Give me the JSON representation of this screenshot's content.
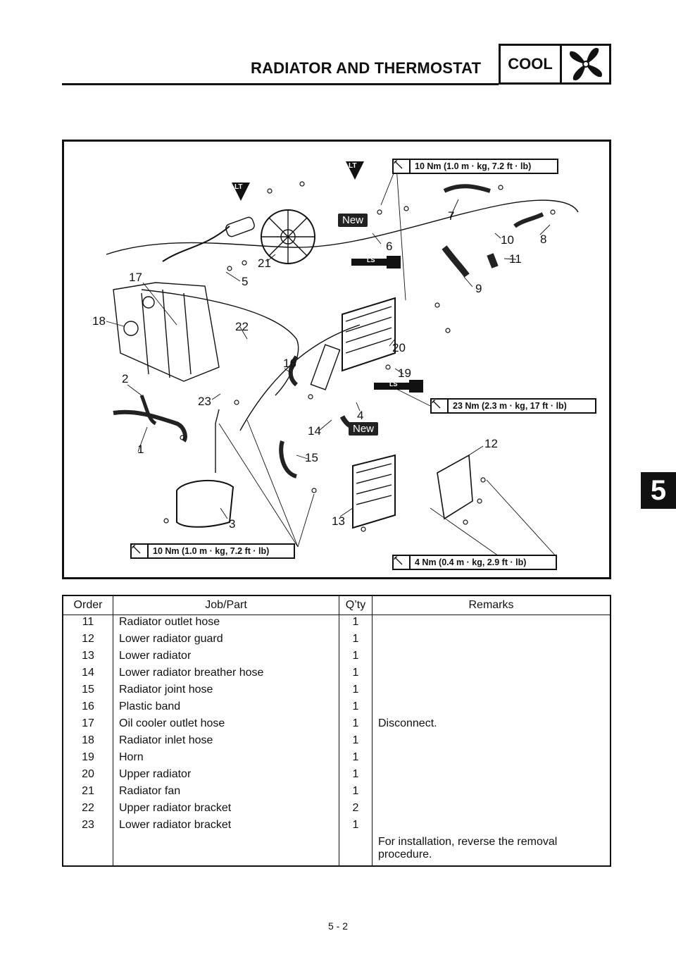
{
  "header": {
    "title": "RADIATOR AND THERMOSTAT",
    "section_label": "COOL",
    "section_icon": "fan-icon"
  },
  "diagram": {
    "torque_labels": [
      "10 Nm (1.0 m · kg, 7.2 ft · lb)",
      "23 Nm (2.3 m · kg, 17 ft · lb)",
      "10 Nm (1.0 m · kg, 7.2 ft · lb)",
      "4 Nm (0.4 m · kg, 2.9 ft · lb)"
    ],
    "new_badge": "New",
    "lt_badge": "LT",
    "ls_badge": "LS",
    "callouts": [
      "1",
      "2",
      "3",
      "4",
      "5",
      "6",
      "7",
      "8",
      "9",
      "10",
      "11",
      "12",
      "13",
      "14",
      "15",
      "16",
      "17",
      "18",
      "19",
      "20",
      "21",
      "22",
      "23"
    ]
  },
  "table": {
    "headers": [
      "Order",
      "Job/Part",
      "Q’ty",
      "Remarks"
    ],
    "rows": [
      {
        "order": "11",
        "part": "Radiator outlet hose",
        "qty": "1",
        "remarks": ""
      },
      {
        "order": "12",
        "part": "Lower radiator guard",
        "qty": "1",
        "remarks": ""
      },
      {
        "order": "13",
        "part": "Lower radiator",
        "qty": "1",
        "remarks": ""
      },
      {
        "order": "14",
        "part": "Lower radiator breather hose",
        "qty": "1",
        "remarks": ""
      },
      {
        "order": "15",
        "part": "Radiator joint hose",
        "qty": "1",
        "remarks": ""
      },
      {
        "order": "16",
        "part": "Plastic band",
        "qty": "1",
        "remarks": ""
      },
      {
        "order": "17",
        "part": "Oil cooler outlet hose",
        "qty": "1",
        "remarks": "Disconnect."
      },
      {
        "order": "18",
        "part": "Radiator inlet hose",
        "qty": "1",
        "remarks": ""
      },
      {
        "order": "19",
        "part": "Horn",
        "qty": "1",
        "remarks": ""
      },
      {
        "order": "20",
        "part": "Upper radiator",
        "qty": "1",
        "remarks": ""
      },
      {
        "order": "21",
        "part": "Radiator fan",
        "qty": "1",
        "remarks": ""
      },
      {
        "order": "22",
        "part": "Upper radiator bracket",
        "qty": "2",
        "remarks": ""
      },
      {
        "order": "23",
        "part": "Lower radiator bracket",
        "qty": "1",
        "remarks": ""
      }
    ],
    "footer_remark": "For installation, reverse the removal procedure."
  },
  "side_tab": "5",
  "page_number": "5 - 2"
}
